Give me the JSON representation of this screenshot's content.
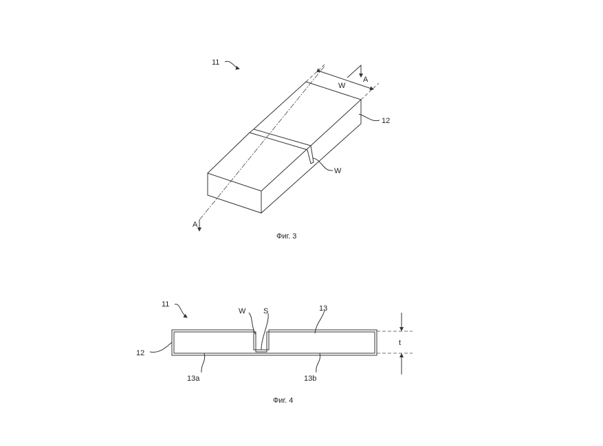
{
  "figure3": {
    "caption": "Фиг. 3",
    "labels": {
      "ref_11": "11",
      "ref_12": "12",
      "width_top": "W",
      "weld": "W",
      "section_top": "A",
      "section_bottom": "A"
    }
  },
  "figure4": {
    "caption": "Фиг. 4",
    "labels": {
      "ref_11": "11",
      "ref_12": "12",
      "weld": "W",
      "seam": "S",
      "ref_13": "13",
      "ref_13a": "13a",
      "ref_13b": "13b",
      "thickness": "t"
    }
  }
}
